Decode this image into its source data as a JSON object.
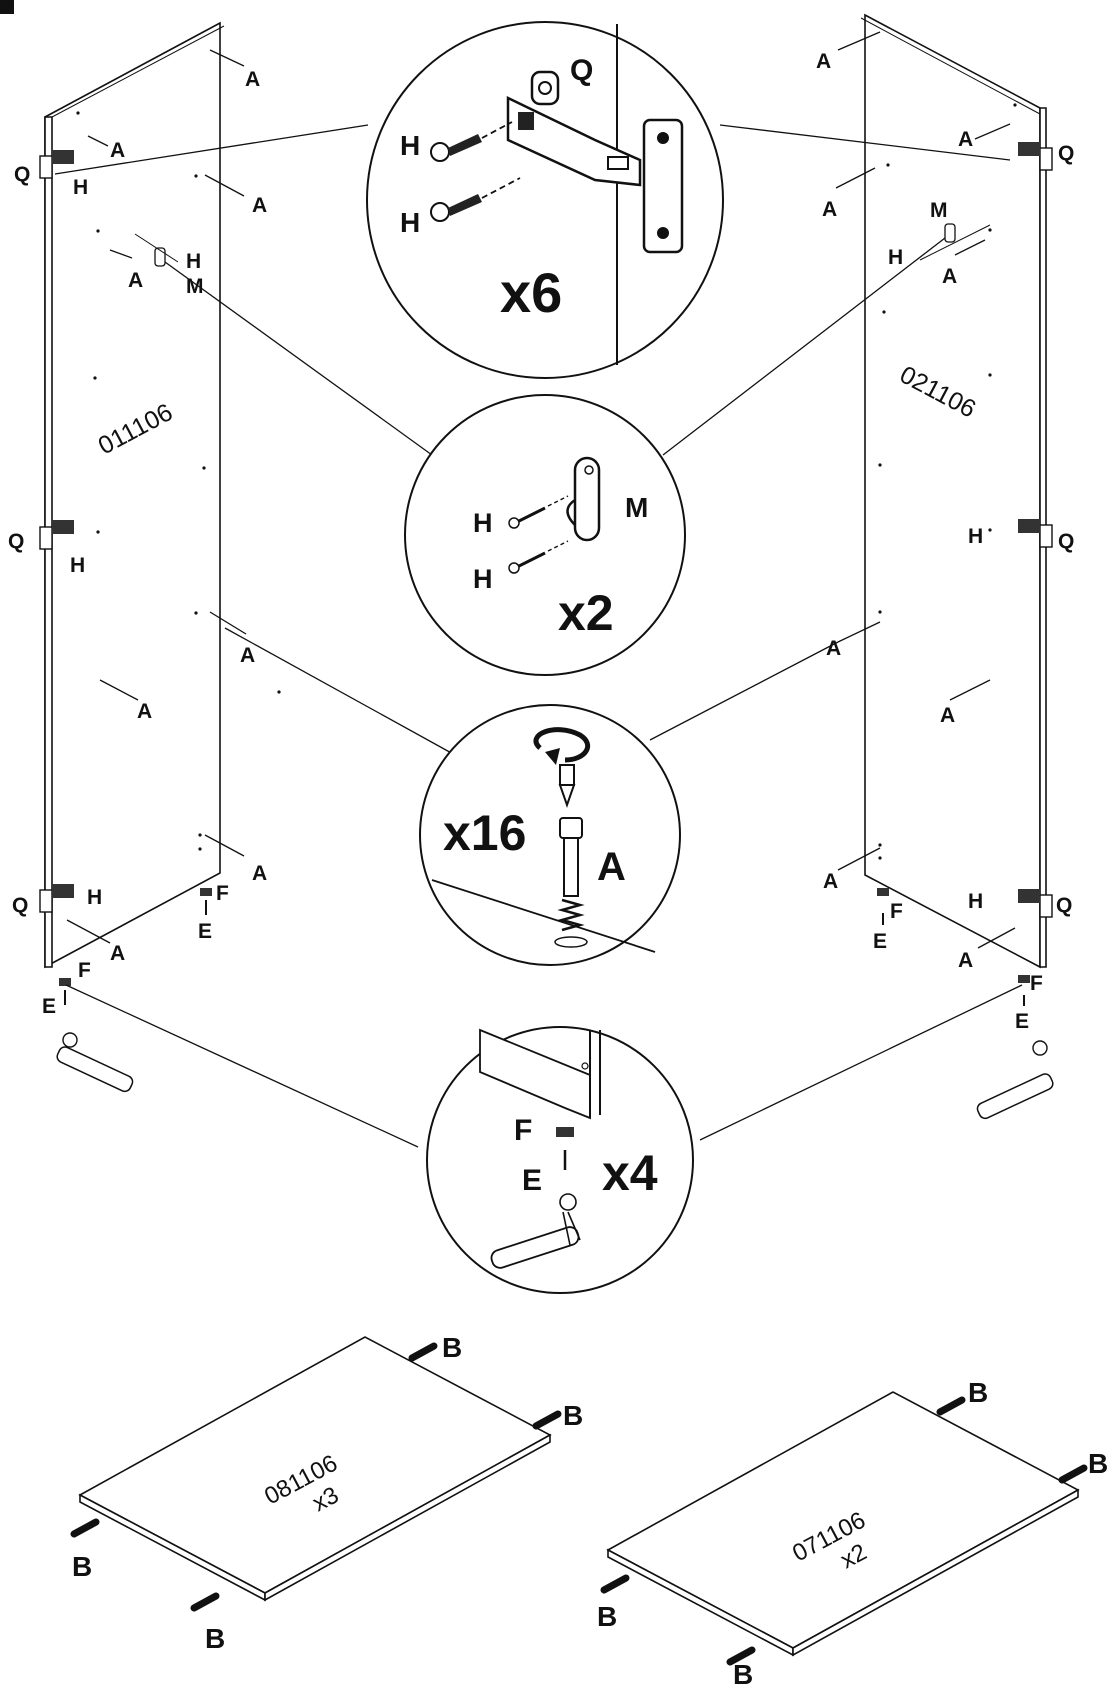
{
  "panels": {
    "left_side": {
      "code": "011106"
    },
    "right_side": {
      "code": "021106"
    },
    "shelf_left": {
      "code": "081106",
      "qty": "x3"
    },
    "shelf_right": {
      "code": "071106",
      "qty": "x2"
    }
  },
  "callouts": {
    "hinge": {
      "qty": "x6",
      "part_hinge": "Q",
      "part_screw": "H"
    },
    "bracket": {
      "qty": "x2",
      "part_bracket": "M",
      "part_screw": "H"
    },
    "cam": {
      "qty": "x16",
      "part_cam": "A"
    },
    "foot": {
      "qty": "x4",
      "part_glide": "F",
      "part_nail": "E"
    }
  },
  "part_letters": {
    "A": "A",
    "B": "B",
    "E": "E",
    "F": "F",
    "H": "H",
    "M": "M",
    "Q": "Q"
  }
}
